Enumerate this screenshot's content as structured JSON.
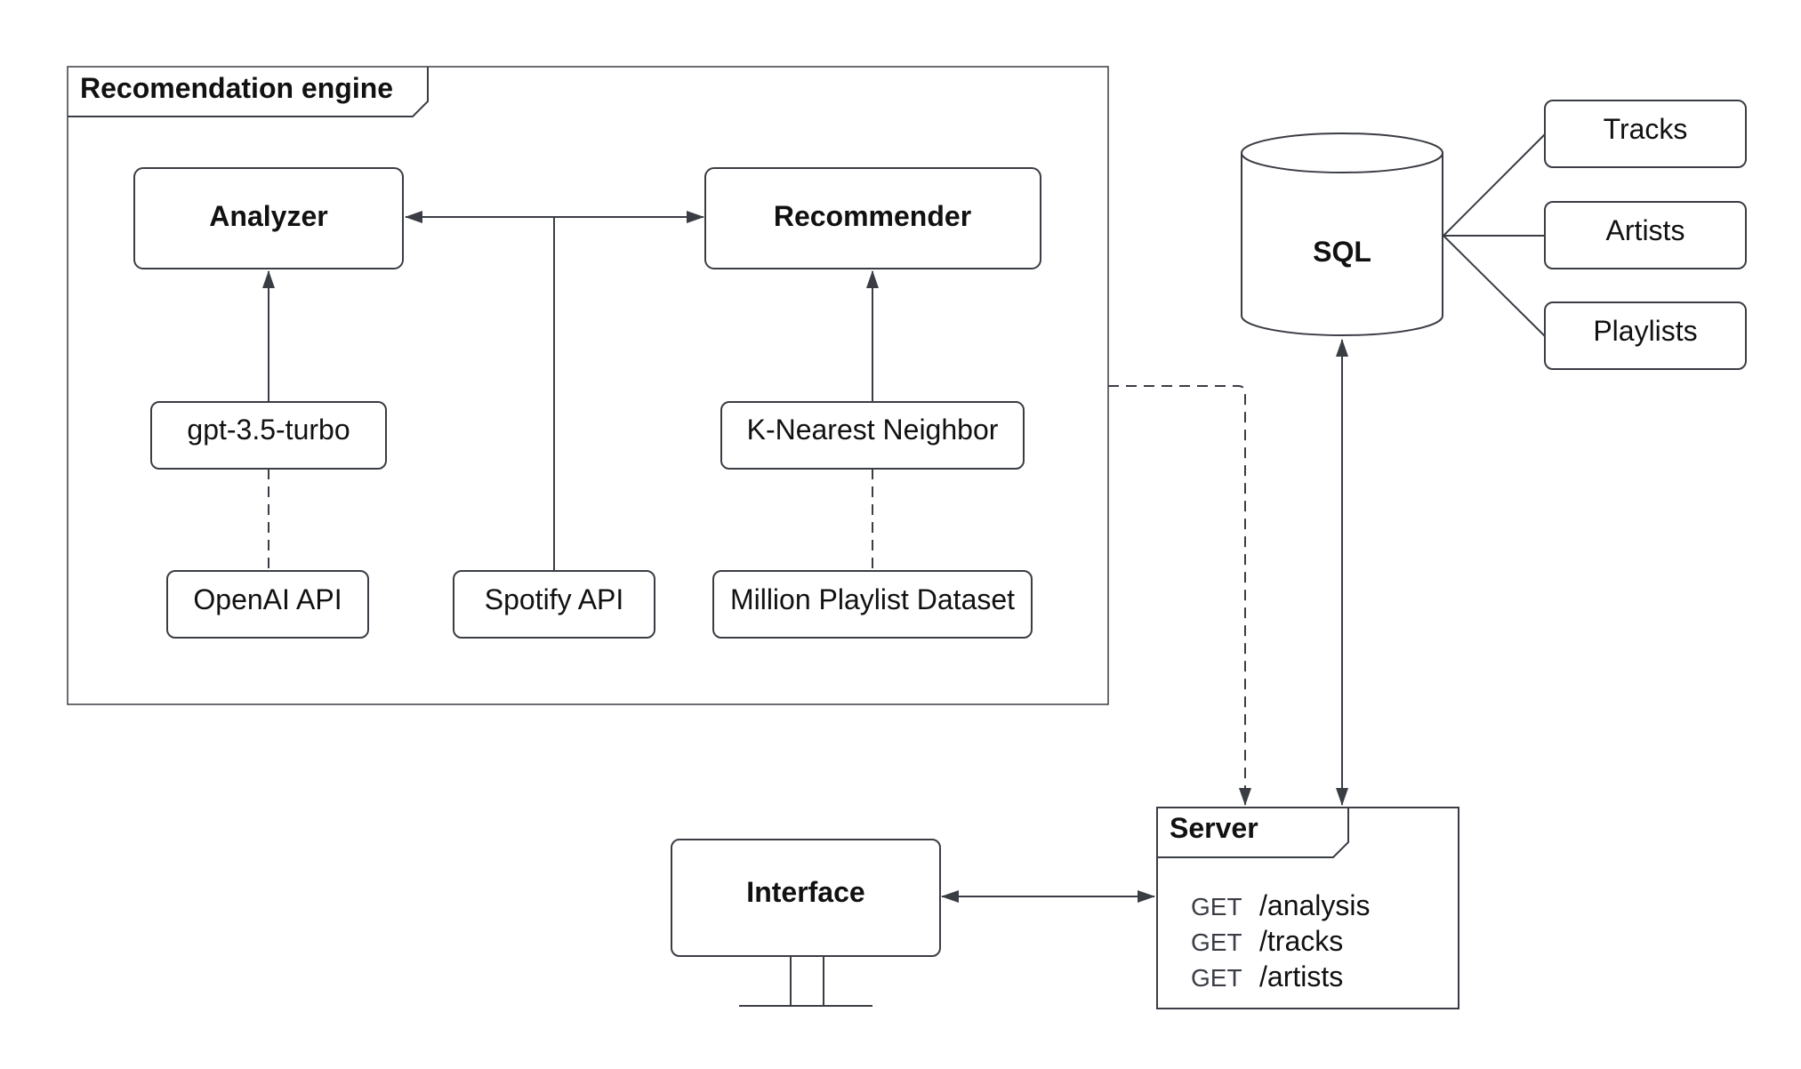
{
  "frames": {
    "engine_title": "Recomendation engine",
    "server_title": "Server"
  },
  "nodes": {
    "analyzer": "Analyzer",
    "recommender": "Recommender",
    "gpt": "gpt-3.5-turbo",
    "knn": "K-Nearest Neighbor",
    "openai": "OpenAI API",
    "spotify": "Spotify API",
    "mpd": "Million Playlist Dataset",
    "sql": "SQL",
    "tracks": "Tracks",
    "artists": "Artists",
    "playlists": "Playlists",
    "interface": "Interface"
  },
  "server": {
    "endpoints": [
      {
        "method": "GET",
        "path": "/analysis"
      },
      {
        "method": "GET",
        "path": "/tracks"
      },
      {
        "method": "GET",
        "path": "/artists"
      }
    ]
  }
}
